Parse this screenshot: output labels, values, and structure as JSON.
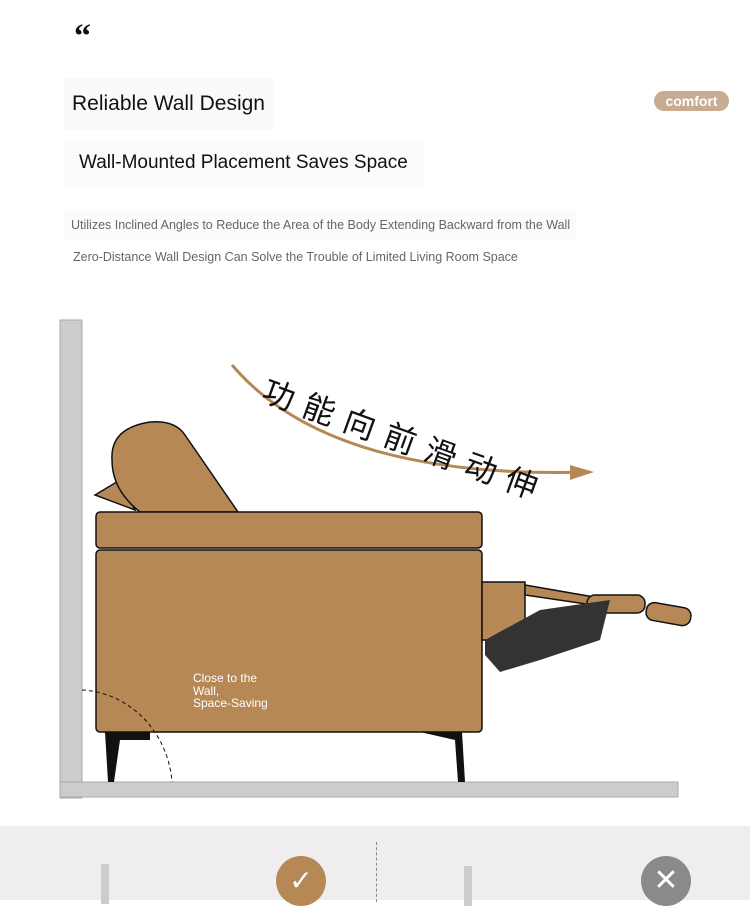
{
  "header": {
    "quote_mark": "“",
    "title": "Reliable Wall Design",
    "subtitle": "Wall-Mounted Placement Saves Space",
    "badge": "comfort"
  },
  "description": [
    "Utilizes Inclined Angles to Reduce the Area of the Body Extending Backward from the Wall",
    "Zero-Distance Wall Design Can Solve the Trouble of Limited Living Room Space"
  ],
  "diagram": {
    "arrow_label": "功能向前滑动伸",
    "note": [
      "Close to the",
      "Wall,",
      "Space-Saving"
    ],
    "sofa_color": "#b58855"
  },
  "comparison": {
    "good_icon": "check-icon",
    "bad_icon": "x-icon",
    "good_color": "#b58855",
    "bad_color": "#8a8a8a"
  }
}
